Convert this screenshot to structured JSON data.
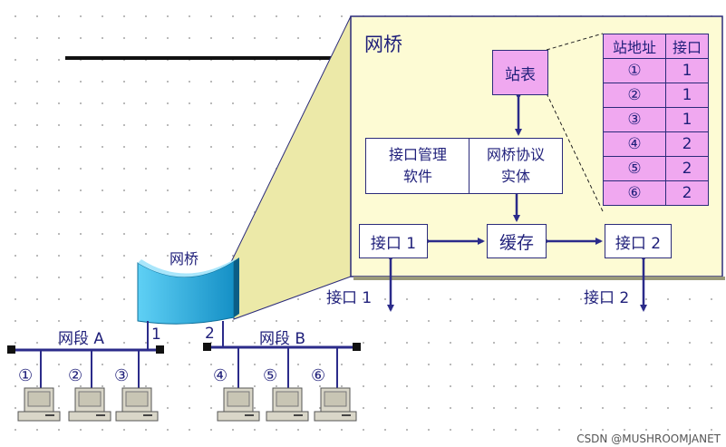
{
  "bridge_detail": {
    "title": "网桥",
    "station_table_box": "站表",
    "protocol_left_line1": "接口管理",
    "protocol_left_line2": "软件",
    "protocol_right_line1": "网桥协议",
    "protocol_right_line2": "实体",
    "buffer": "缓存",
    "port1": "接口 1",
    "port2": "接口 2"
  },
  "station_table": {
    "headers": [
      "站地址",
      "接口"
    ],
    "rows": [
      {
        "station": "①",
        "port": "1"
      },
      {
        "station": "②",
        "port": "1"
      },
      {
        "station": "③",
        "port": "1"
      },
      {
        "station": "④",
        "port": "2"
      },
      {
        "station": "⑤",
        "port": "2"
      },
      {
        "station": "⑥",
        "port": "2"
      }
    ]
  },
  "lower_labels": {
    "port1_out": "接口 1",
    "port2_out": "接口 2"
  },
  "network": {
    "bridge_label": "网桥",
    "bridge_port1": "1",
    "bridge_port2": "2",
    "segment_a": "网段 A",
    "segment_b": "网段 B",
    "hosts": [
      "①",
      "②",
      "③",
      "④",
      "⑤",
      "⑥"
    ]
  },
  "colors": {
    "bridge_panel": "#fdfbd4",
    "callout": "#ece9a8",
    "station_pink": "#f0a8f0",
    "bridge_blue": "#1aa6d6",
    "line_navy": "#2b2b8a"
  },
  "watermark": "CSDN @MUSHROOMJANET"
}
